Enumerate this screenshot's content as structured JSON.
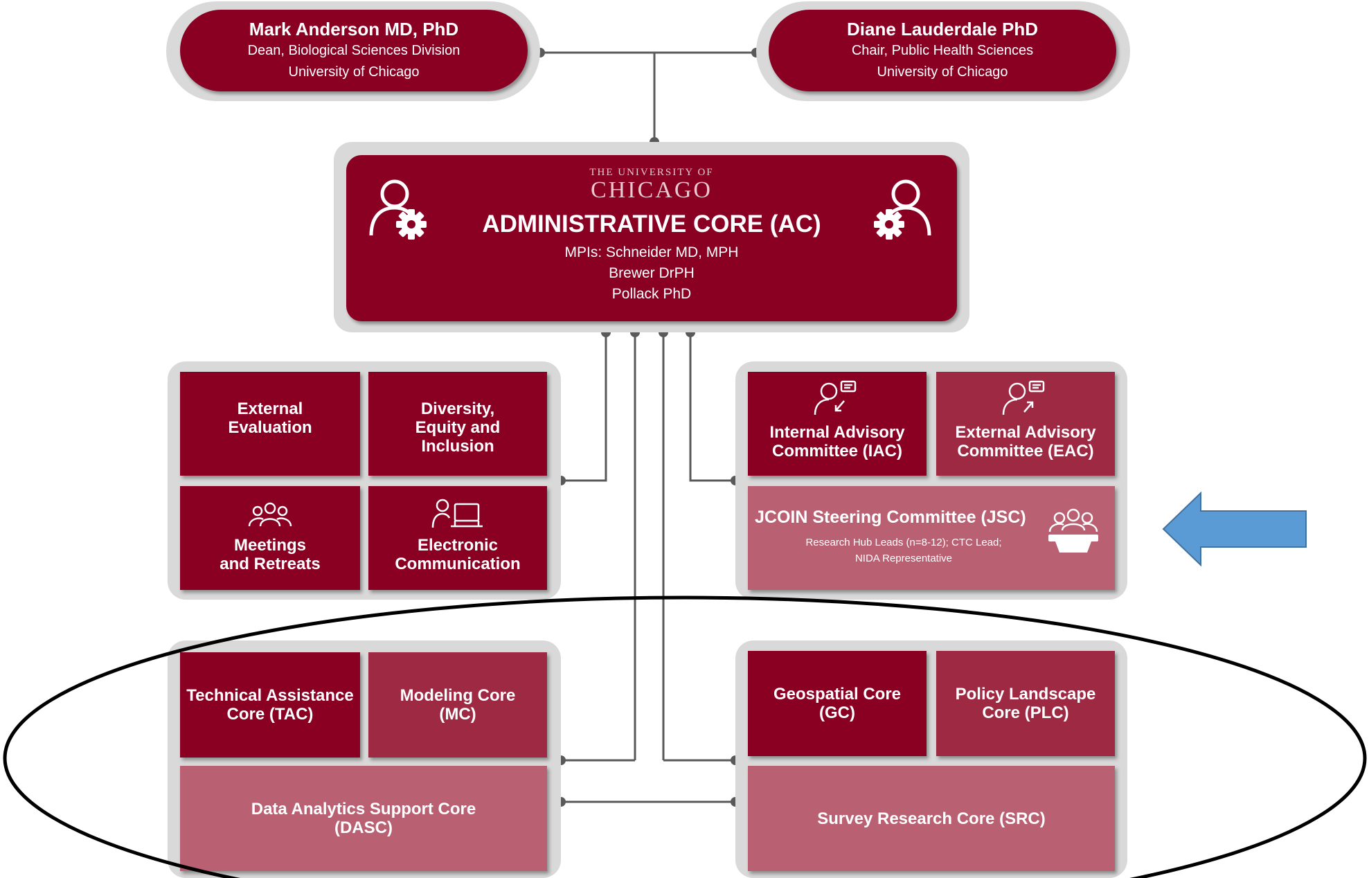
{
  "leaders": [
    {
      "name": "Mark Anderson MD, PhD",
      "title": "Dean, Biological Sciences Division",
      "org": "University of Chicago"
    },
    {
      "name": "Diane Lauderdale PhD",
      "title": "Chair, Public Health Sciences",
      "org": "University of Chicago"
    }
  ],
  "admin_core": {
    "logo_small": "THE UNIVERSITY OF",
    "logo_big": "CHICAGO",
    "title": "ADMINISTRATIVE CORE (AC)",
    "mpis": [
      "MPIs: Schneider MD, MPH",
      "Brewer DrPH",
      "Pollack PhD"
    ],
    "icons": [
      "user-gear-icon",
      "user-gear-icon"
    ]
  },
  "functions": [
    {
      "label": "External\nEvaluation"
    },
    {
      "label": "Diversity,\nEquity and\nInclusion"
    },
    {
      "label": "Meetings\nand Retreats",
      "icon": "people-group-icon"
    },
    {
      "label": "Electronic\nCommunication",
      "icon": "person-laptop-icon"
    }
  ],
  "committees": [
    {
      "label": "Internal Advisory\nCommittee (IAC)",
      "icon": "person-chat-in-icon"
    },
    {
      "label": "External Advisory\nCommittee (EAC)",
      "icon": "person-chat-out-icon"
    }
  ],
  "steering": {
    "title": "JCOIN Steering Committee (JSC)",
    "line1": "Research Hub Leads (n=8-12); CTC Lead;",
    "line2": "NIDA Representative",
    "icon": "people-podium-icon"
  },
  "left_cores": [
    {
      "label": "Technical Assistance\nCore (TAC)"
    },
    {
      "label": "Modeling Core\n(MC)"
    }
  ],
  "dasc": {
    "label": "Data Analytics Support Core\n(DASC)"
  },
  "right_cores": [
    {
      "label": "Geospatial Core\n(GC)"
    },
    {
      "label": "Policy Landscape\nCore (PLC)"
    }
  ],
  "src": {
    "label": "Survey Research Core (SRC)"
  },
  "annotation": {
    "arrow_color": "#5b9bd5",
    "arrow_icon": "left-arrow-icon",
    "ellipse": "highlight-ellipse"
  },
  "colors": {
    "dark": "#8a0023",
    "mid": "#9e2943",
    "light": "#b96173",
    "frame": "#d9d9d9"
  }
}
